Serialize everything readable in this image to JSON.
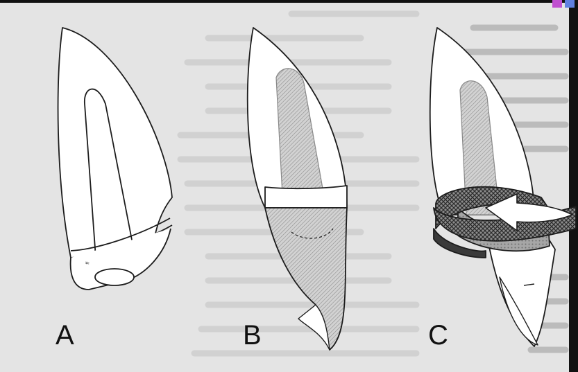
{
  "figure": {
    "panels": [
      {
        "label": "A"
      },
      {
        "label": "B"
      },
      {
        "label": "C"
      }
    ],
    "colors": {
      "page": "#e4e4e4",
      "frame": "#111111",
      "outline": "#1c1c1c",
      "shade_light": "#c9c9c9",
      "shade_mid": "#a9a9a9",
      "shade_dark": "#5a5a5a",
      "accent_magenta": "#c050d0",
      "accent_blue": "#6080e0"
    }
  }
}
